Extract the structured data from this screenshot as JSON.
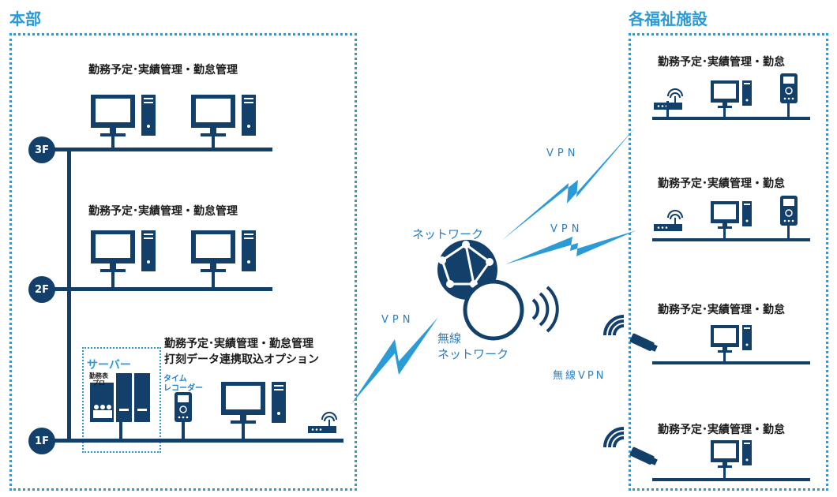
{
  "headquarters": {
    "title": "本部",
    "floor_3f": {
      "label": "3F",
      "caption": "勤務予定･実績管理・勤怠管理"
    },
    "floor_2f": {
      "label": "2F",
      "caption": "勤務予定･実績管理・勤怠管理"
    },
    "floor_1f": {
      "label": "1F",
      "caption_line1": "勤務予定･実績管理・勤怠管理",
      "caption_line2": "打刻データ連携取込オプション",
      "server_title": "サーバー",
      "server_product": "勤務表\nプロ",
      "recorder_label_line1": "タイム",
      "recorder_label_line2": "レコーダー"
    }
  },
  "network": {
    "network_label": "ネットワーク",
    "wireless_label_line1": "無線",
    "wireless_label_line2": "ネットワーク",
    "vpn_label": "VPN",
    "wireless_vpn_label": "無線VPN"
  },
  "facilities": {
    "title": "各福祉施設",
    "caption": "勤務予定･実績管理・勤怠",
    "sites": [
      {
        "caption": "勤務予定･実績管理・勤怠",
        "connection": "VPN"
      },
      {
        "caption": "勤務予定･実績管理・勤怠",
        "connection": "VPN"
      },
      {
        "caption": "勤務予定･実績管理・勤怠",
        "connection": "無線VPN"
      },
      {
        "caption": "勤務予定･実績管理・勤怠",
        "connection": "無線VPN"
      }
    ]
  },
  "colors": {
    "dark_navy": "#133f6b",
    "accent_blue": "#2b9bd6",
    "text_blue": "#2b7fc1"
  }
}
